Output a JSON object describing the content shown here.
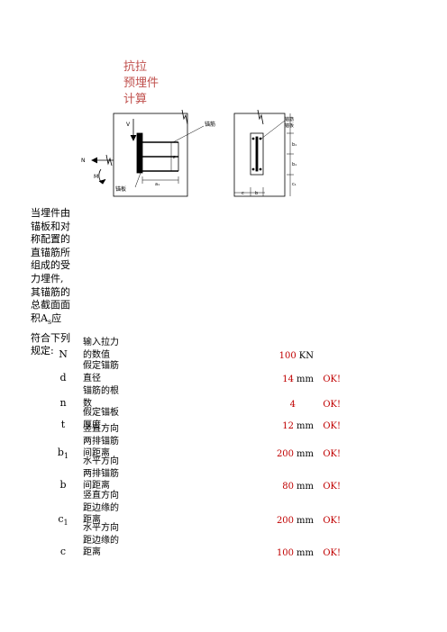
{
  "title": [
    "抗拉",
    "预埋件",
    "计算"
  ],
  "figure": {
    "labels": {
      "V": "V",
      "N": "N",
      "M": "M",
      "anchor_bar": "锚筋",
      "anchor_plate": "锚板",
      "z": "z",
      "a1": "a₁",
      "anchor_bar_right": "锚筋",
      "anchor_plate_right": "锚板",
      "b1_a": "b₁",
      "b1_b": "b₁",
      "c1": "c₁",
      "c": "c",
      "b": "b"
    }
  },
  "intro": {
    "lines": [
      "当埋件由",
      "锚板和对",
      "称配置的",
      "直锚筋所",
      "组成的受",
      "力埋件,",
      "其锚筋的",
      "总截面面",
      "积A",
      "符合下列",
      "规定:"
    ],
    "as_sub": "s",
    "as_after": "应"
  },
  "params": [
    {
      "symbol": "N",
      "symbol_sub": "",
      "desc": [
        "输入拉力",
        "的数值"
      ],
      "value": "100",
      "unit": "KN",
      "status": ""
    },
    {
      "symbol": "d",
      "symbol_sub": "",
      "desc": [
        "假定锚筋",
        "直径"
      ],
      "value": "14",
      "unit": "mm",
      "status": "OK!"
    },
    {
      "symbol": "n",
      "symbol_sub": "",
      "desc": [
        "锚筋的根",
        "数"
      ],
      "value": "4",
      "unit": "",
      "status": "OK!"
    },
    {
      "symbol": "t",
      "symbol_sub": "",
      "desc": [
        "假定锚板",
        "厚度"
      ],
      "value": "12",
      "unit": "mm",
      "status": "OK!"
    },
    {
      "symbol": "b",
      "symbol_sub": "1",
      "desc": [
        "竖直方向",
        "两排锚筋",
        "间距离"
      ],
      "value": "200",
      "unit": "mm",
      "status": "OK!"
    },
    {
      "symbol": "b",
      "symbol_sub": "",
      "desc": [
        "水平方向",
        "两排锚筋",
        "间距离"
      ],
      "value": "80",
      "unit": "mm",
      "status": "OK!"
    },
    {
      "symbol": "c",
      "symbol_sub": "1",
      "desc": [
        "竖直方向",
        "距边缘的",
        "距离"
      ],
      "value": "200",
      "unit": "mm",
      "status": "OK!"
    },
    {
      "symbol": "c",
      "symbol_sub": "",
      "desc": [
        "水平方向",
        "距边缘的",
        "距离"
      ],
      "value": "100",
      "unit": "mm",
      "status": "OK!"
    }
  ]
}
